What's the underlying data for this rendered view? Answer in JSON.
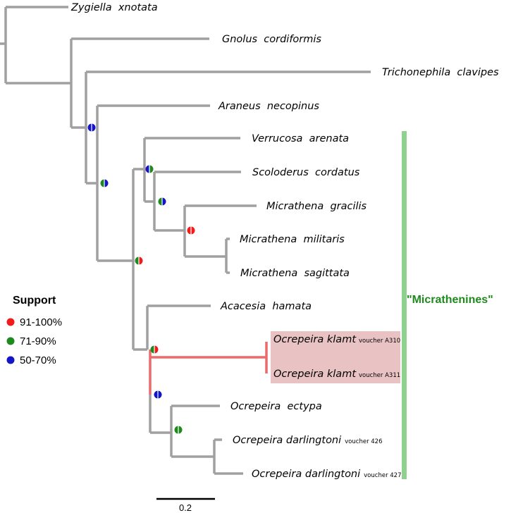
{
  "taxa": {
    "zygiella": "Zygiella  xnotata",
    "gnolus": "Gnolus  cordiformis",
    "trichonephila": "Trichonephila  clavipes",
    "araneus": "Araneus  necopinus",
    "verrucosa": "Verrucosa  arenata",
    "scoloderus": "Scoloderus  cordatus",
    "gracilis": "Micrathena  gracilis",
    "militaris": "Micrathena  militaris",
    "sagittata": "Micrathena  sagittata",
    "acacesia": "Acacesia  hamata",
    "klamt1": "Ocrepeira klamt",
    "klamt1_voucher": "voucher A310",
    "klamt2": "Ocrepeira klamt",
    "klamt2_voucher": "voucher A311",
    "ectypa": "Ocrepeira  ectypa",
    "darl1": "Ocrepeira darlingtoni",
    "darl1_voucher": "voucher 426",
    "darl2": "Ocrepeira darlingtoni",
    "darl2_voucher": "voucher 427"
  },
  "legend": {
    "title": "Support",
    "items": [
      {
        "label": "91-100%",
        "color": "#ee1c1c"
      },
      {
        "label": "71-90%",
        "color": "#1e8a1e"
      },
      {
        "label": "50-70%",
        "color": "#1414c8"
      }
    ]
  },
  "clade": {
    "label": "\"Micrathenines\"",
    "label_color": "#1e8a1e",
    "bar_color": "#8fd18f"
  },
  "scale": {
    "label": "0.2"
  },
  "colors": {
    "branch": "#a0a0a0",
    "highlight_branch": "#ee6a6a",
    "highlight_box": "#e9c3c3"
  }
}
